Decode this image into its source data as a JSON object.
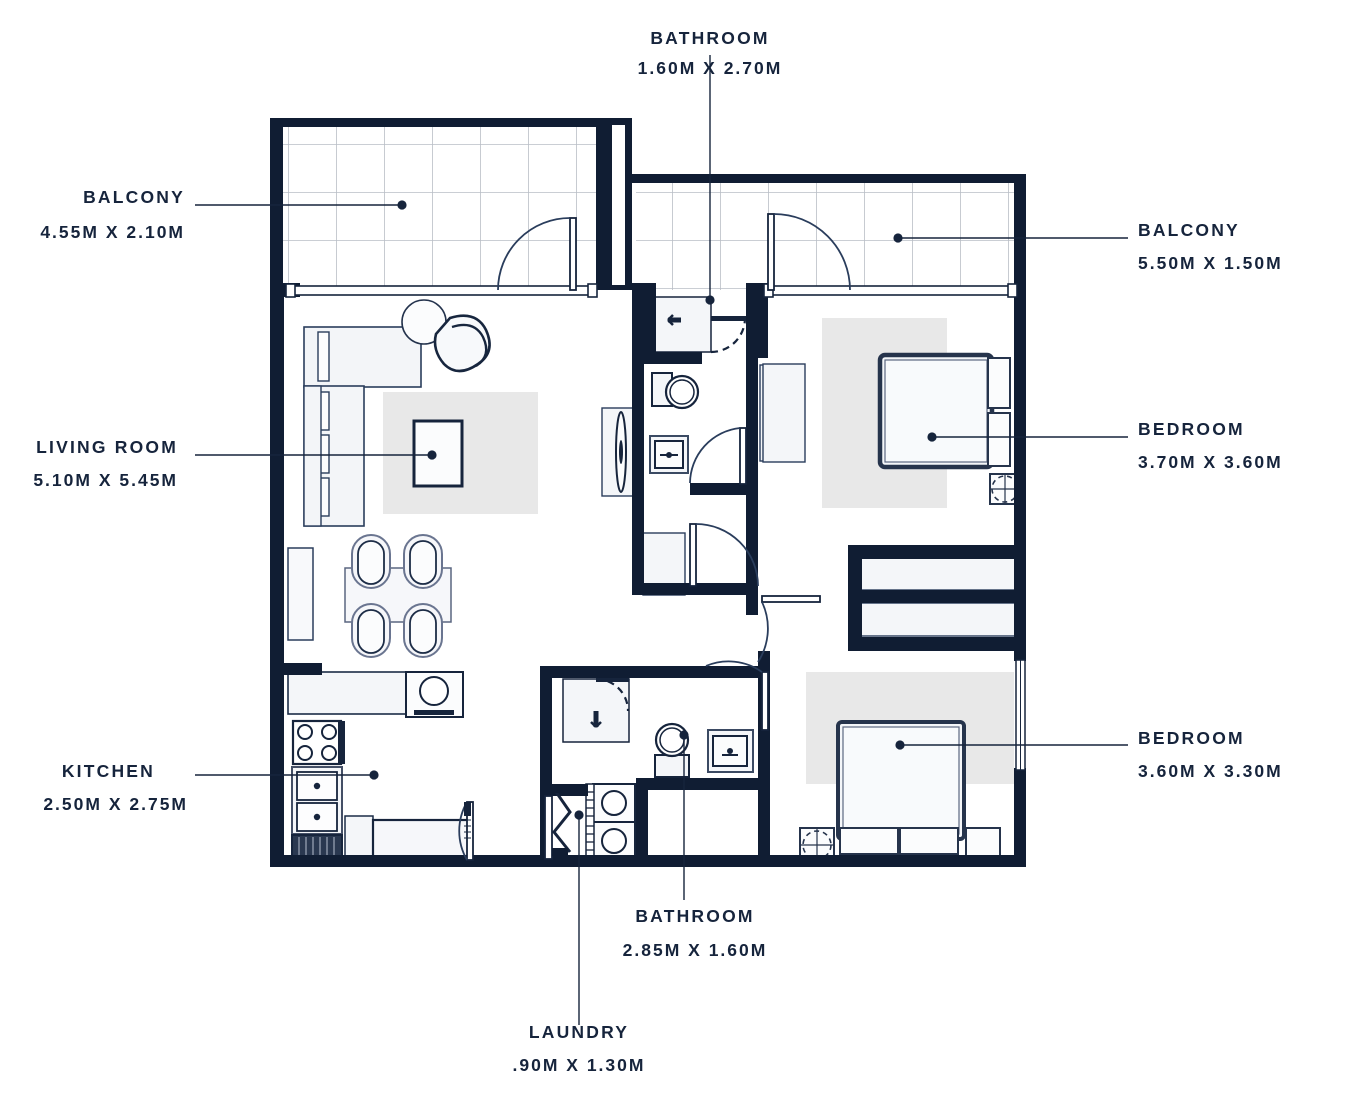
{
  "plan": {
    "type": "apartment-floor-plan",
    "unit_system": "metric",
    "colors": {
      "wall": "#101d33",
      "furniture_outline": "#1b2c47",
      "furniture_fill": "#f4f6f9",
      "rug": "#e6e6e6",
      "tile_grid": "#b9bec6",
      "text": "#16243c",
      "background": "#ffffff"
    },
    "rooms": [
      {
        "key": "balcony_left",
        "label": "BALCONY",
        "dimensions": "4.55M X 2.10M",
        "width_m": 4.55,
        "depth_m": 2.1,
        "label_side": "left"
      },
      {
        "key": "bathroom_main",
        "label": "BATHROOM",
        "dimensions": "1.60M X 2.70M",
        "width_m": 1.6,
        "depth_m": 2.7,
        "label_side": "top"
      },
      {
        "key": "balcony_right",
        "label": "BALCONY",
        "dimensions": "5.50M X 1.50M",
        "width_m": 5.5,
        "depth_m": 1.5,
        "label_side": "right"
      },
      {
        "key": "living_room",
        "label": "LIVING ROOM",
        "dimensions": "5.10M X 5.45M",
        "width_m": 5.1,
        "depth_m": 5.45,
        "label_side": "left"
      },
      {
        "key": "bedroom_master",
        "label": "BEDROOM",
        "dimensions": "3.70M X 3.60M",
        "width_m": 3.7,
        "depth_m": 3.6,
        "label_side": "right"
      },
      {
        "key": "bedroom_second",
        "label": "BEDROOM",
        "dimensions": "3.60M X 3.30M",
        "width_m": 3.6,
        "depth_m": 3.3,
        "label_side": "right"
      },
      {
        "key": "kitchen",
        "label": "KITCHEN",
        "dimensions": "2.50M X 2.75M",
        "width_m": 2.5,
        "depth_m": 2.75,
        "label_side": "left"
      },
      {
        "key": "bathroom_second",
        "label": "BATHROOM",
        "dimensions": "2.85M X 1.60M",
        "width_m": 2.85,
        "depth_m": 1.6,
        "label_side": "bottom"
      },
      {
        "key": "laundry",
        "label": "LAUNDRY",
        "dimensions": ".90M X 1.30M",
        "width_m": 0.9,
        "depth_m": 1.3,
        "label_side": "bottom"
      }
    ],
    "fixtures": [
      "sectional-sofa",
      "coffee-table",
      "side-table",
      "armchair",
      "floor-rug",
      "dining-table",
      "dining-chair-x4",
      "tv-console",
      "kitchen-counter",
      "gas-hob",
      "double-sink",
      "dishwasher",
      "oven",
      "washing-machine",
      "dryer",
      "shower",
      "toilet",
      "wash-basin",
      "vanity-mirror",
      "double-bed-master",
      "double-bed-second",
      "wardrobe",
      "nightstand",
      "bedside-lamp"
    ]
  }
}
